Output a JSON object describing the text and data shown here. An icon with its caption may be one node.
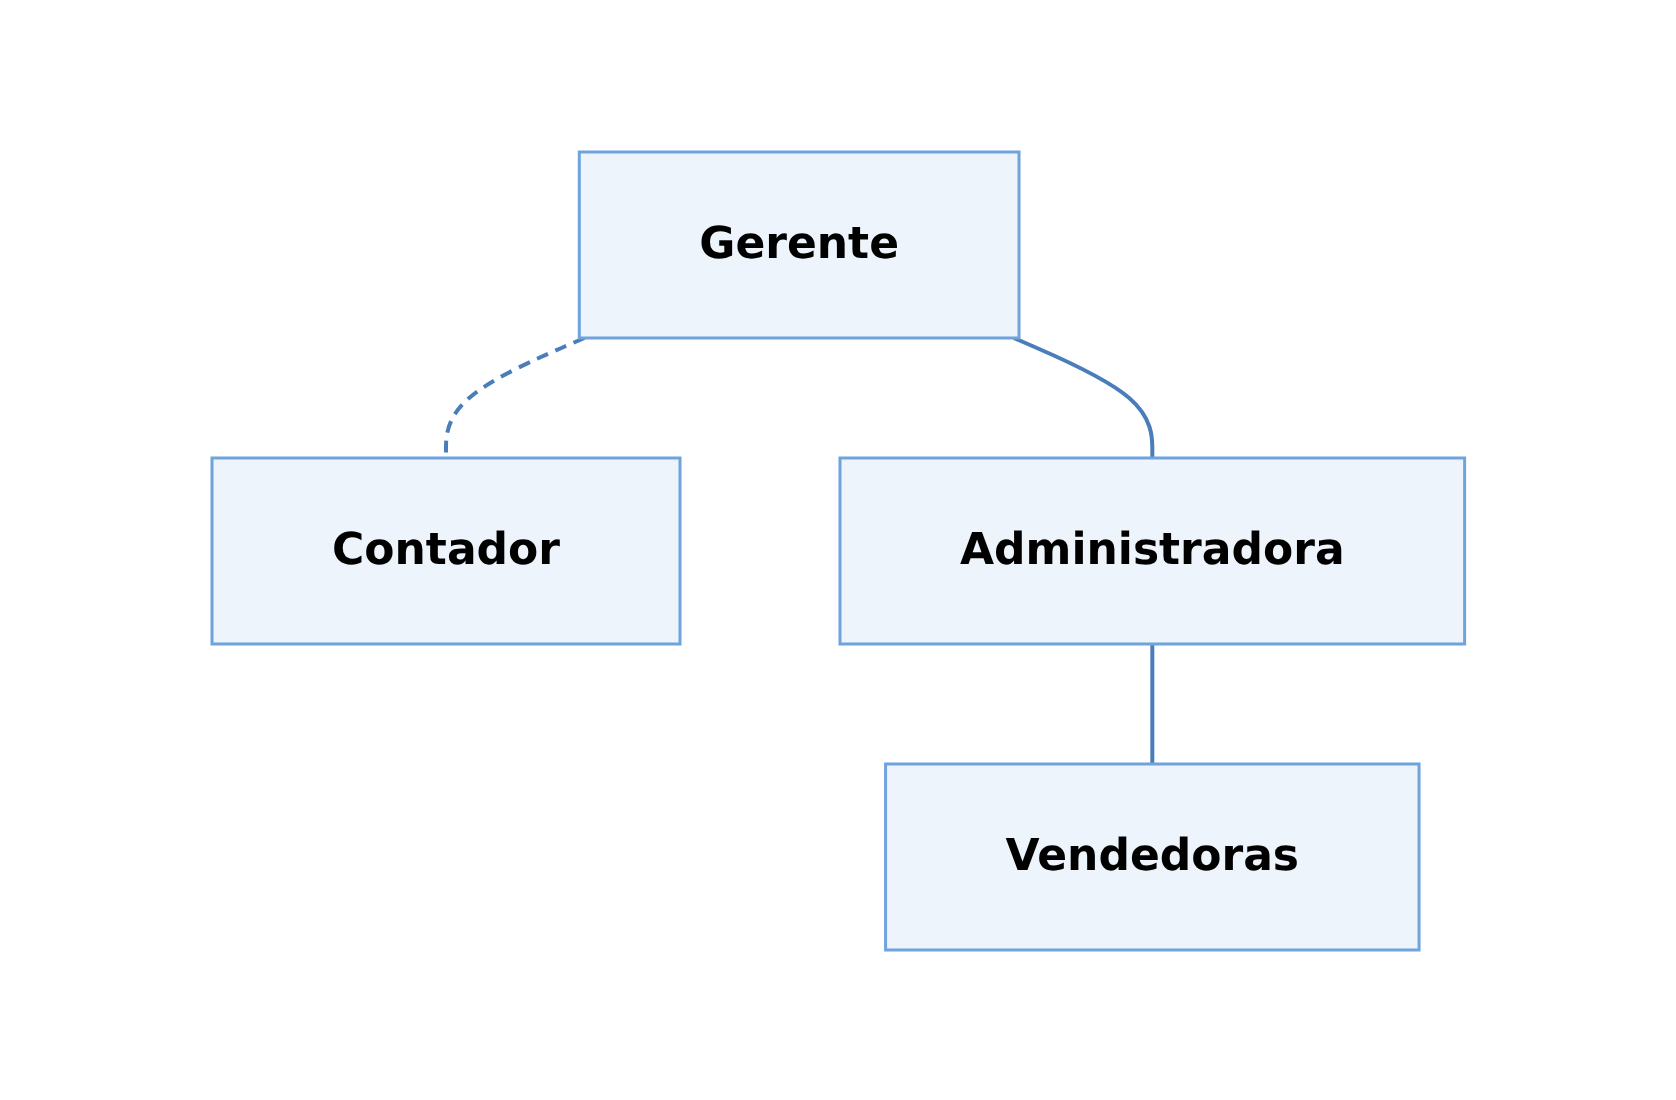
{
  "diagram": {
    "nodes": [
      {
        "text": [
          "Gerente"
        ]
      },
      {
        "text": [
          "Contador"
        ]
      },
      {
        "text": [
          "Administradora"
        ]
      },
      {
        "text": [
          "Vendedoras"
        ]
      }
    ],
    "edges": [
      {
        "from": 0,
        "to": 2,
        "arrow": "none"
      },
      {
        "from": 2,
        "to": 3,
        "arrow": "none"
      },
      {
        "from": 0,
        "to": 1,
        "arrow": "none",
        "style": "dashed"
      }
    ]
  }
}
